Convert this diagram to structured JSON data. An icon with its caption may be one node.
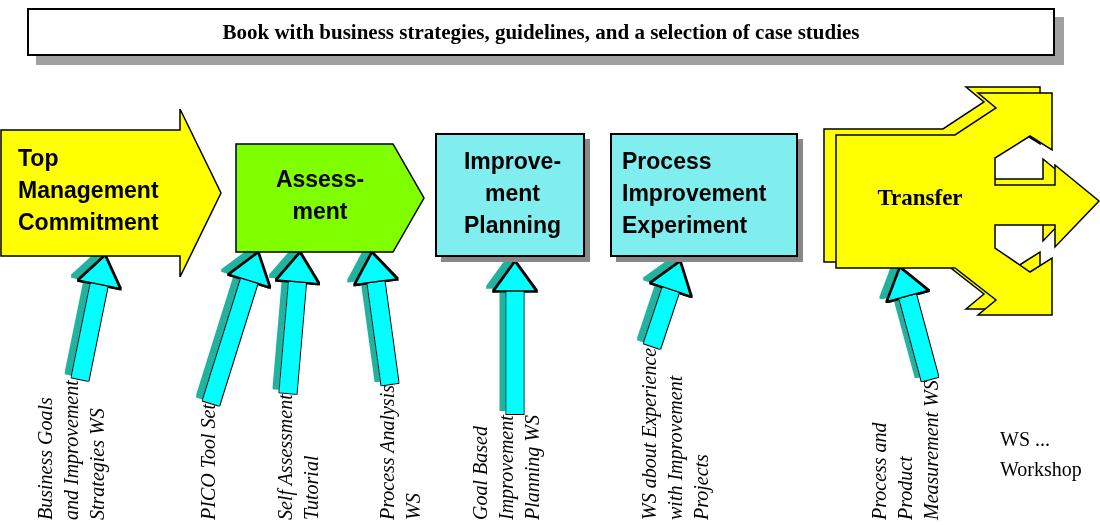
{
  "diagram": {
    "nodes": [
      {
        "text": [
          "Book with business strategies, guidelines, and a selection of case studies"
        ]
      },
      {
        "text": [
          "Top Management Commitment"
        ]
      },
      {
        "text": [
          "Assess- ment"
        ]
      },
      {
        "text": [
          "Improve- ment Planning"
        ]
      },
      {
        "text": [
          "Process Improvement Experiment"
        ]
      },
      {
        "text": [
          "Transfer"
        ]
      },
      {
        "text": [
          "Business Goals and Improvement Strategies WS"
        ]
      },
      {
        "text": [
          "PICO Tool Set"
        ]
      },
      {
        "text": [
          "Self Assessment Tutorial"
        ]
      },
      {
        "text": [
          "Process Analysis WS"
        ]
      },
      {
        "text": [
          "Goal Based Improvement Planning WS"
        ]
      },
      {
        "text": [
          "WS about Experience with Improvement Projects"
        ]
      },
      {
        "text": [
          "Process and Product Measurement WS"
        ]
      }
    ],
    "edges": [
      {
        "from": 6,
        "to": 1,
        "arrow": "to"
      },
      {
        "from": 7,
        "to": 2,
        "arrow": "to"
      },
      {
        "from": 8,
        "to": 2,
        "arrow": "to"
      },
      {
        "from": 9,
        "to": 2,
        "arrow": "to"
      },
      {
        "from": 10,
        "to": 3,
        "arrow": "to"
      },
      {
        "from": 11,
        "to": 4,
        "arrow": "to"
      },
      {
        "from": 12,
        "to": 5,
        "arrow": "to"
      }
    ],
    "labels": [
      "WS ...",
      "Workshop"
    ]
  }
}
